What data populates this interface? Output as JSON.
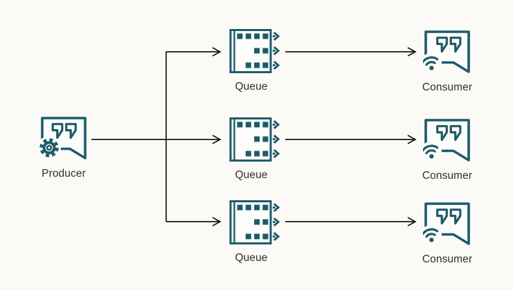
{
  "diagram": {
    "type": "architecture-flow",
    "colors": {
      "accent": "#1d5b6a",
      "arrow": "#141414",
      "background": "#fbfaf7",
      "text": "#312d2a",
      "icon_fill": "#fdfdfc"
    },
    "nodes": {
      "producer": {
        "label": "Producer",
        "icon": "chat-bubble-gear-icon"
      },
      "queues": [
        {
          "label": "Queue",
          "icon": "queue-icon"
        },
        {
          "label": "Queue",
          "icon": "queue-icon"
        },
        {
          "label": "Queue",
          "icon": "queue-icon"
        }
      ],
      "consumers": [
        {
          "label": "Consumer",
          "icon": "chat-bubble-wifi-icon"
        },
        {
          "label": "Consumer",
          "icon": "chat-bubble-wifi-icon"
        },
        {
          "label": "Consumer",
          "icon": "chat-bubble-wifi-icon"
        }
      ]
    },
    "edges": [
      {
        "from": "producer",
        "to": "queue-1"
      },
      {
        "from": "producer",
        "to": "queue-2"
      },
      {
        "from": "producer",
        "to": "queue-3"
      },
      {
        "from": "queue-1",
        "to": "consumer-1"
      },
      {
        "from": "queue-2",
        "to": "consumer-2"
      },
      {
        "from": "queue-3",
        "to": "consumer-3"
      }
    ]
  }
}
